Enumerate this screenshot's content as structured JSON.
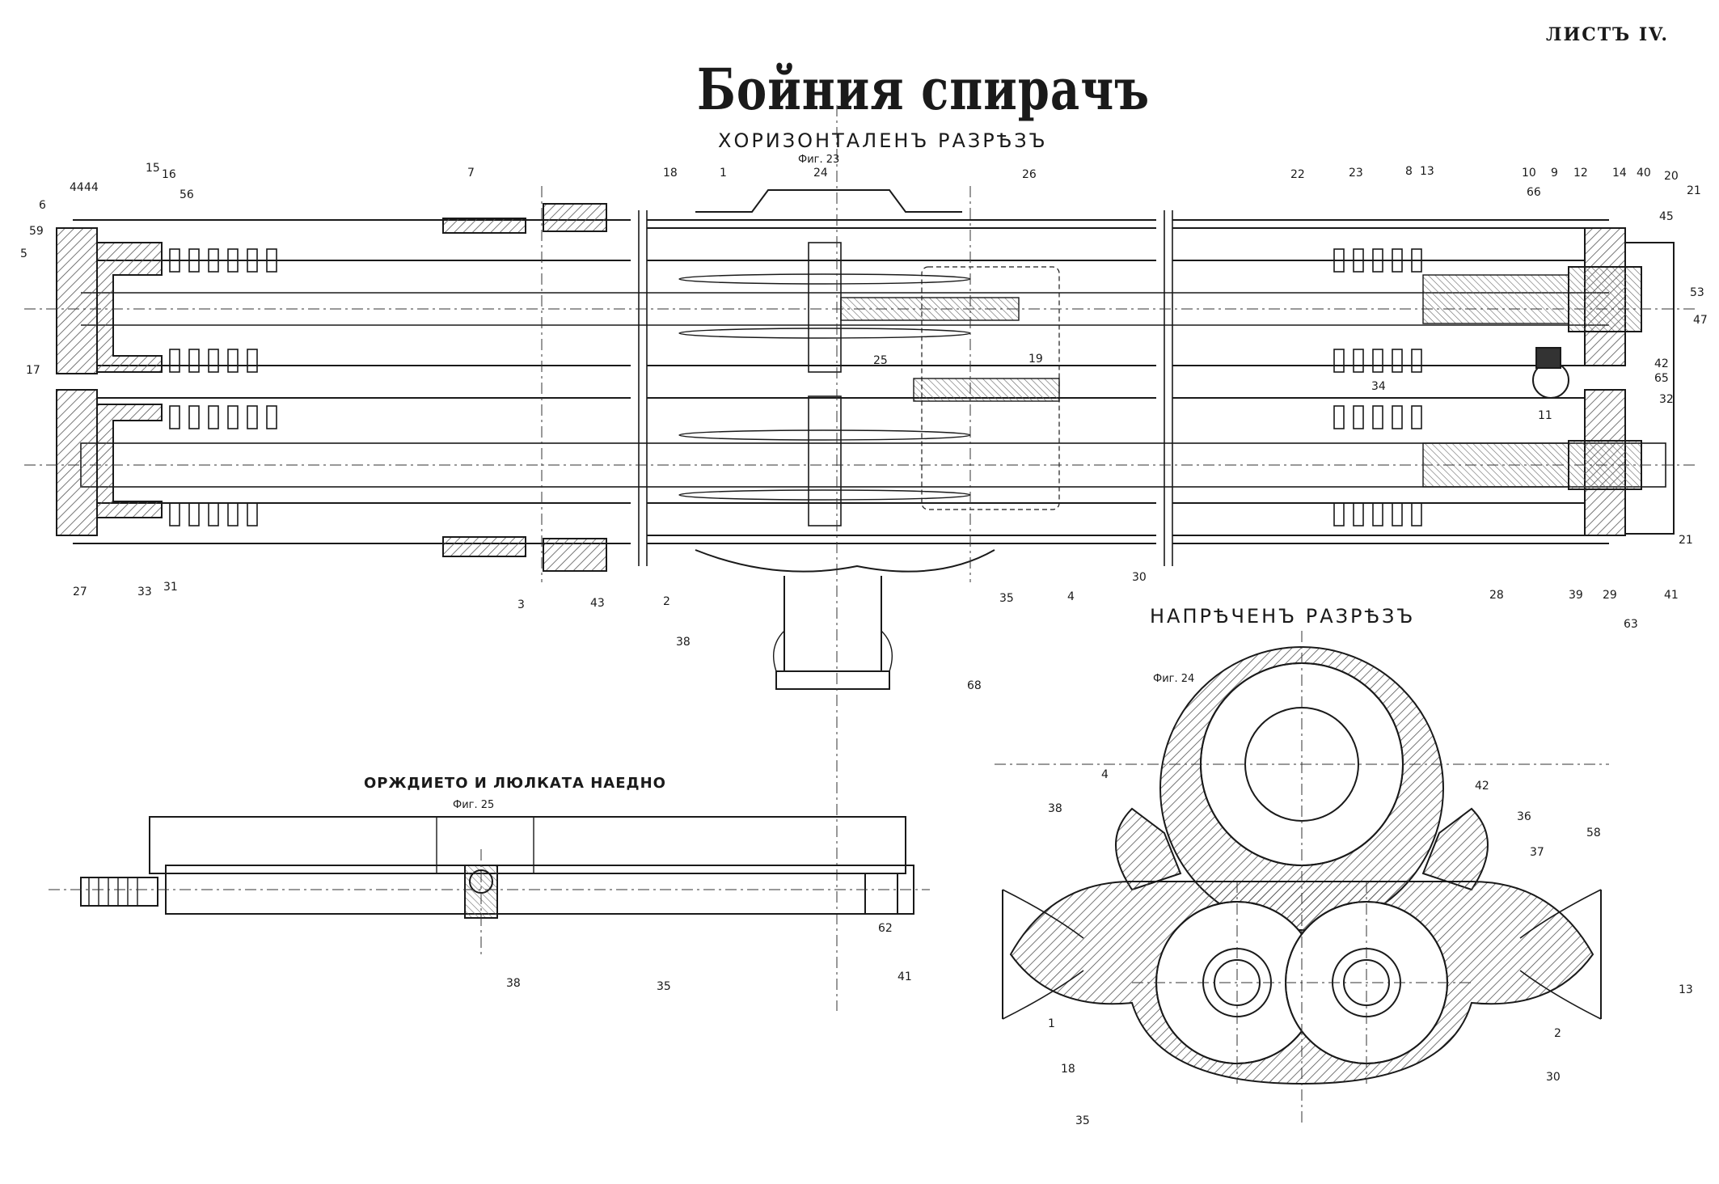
{
  "sheet_label": "ЛИСТЪ IV.",
  "title": "Бойния спирачъ",
  "sections": {
    "horizontal": "ХОРИЗОНТАЛЕНЪ РАЗРѢЗЪ",
    "cross": "НАПРѢЧЕНЪ РАЗРѢЗЪ",
    "assembly": "ОРЖДИЕТО И ЛЮЛКАТА НАЕДНО"
  },
  "figures": {
    "fig23": "Фиг. 23",
    "fig24": "Фиг. 24",
    "fig25": "Фиг. 25"
  },
  "part_numbers": {
    "fig23": [
      "1",
      "2",
      "3",
      "4",
      "5",
      "6",
      "7",
      "8",
      "9",
      "10",
      "11",
      "12",
      "13",
      "13",
      "14",
      "15",
      "16",
      "17",
      "19",
      "20",
      "21",
      "21",
      "22",
      "23",
      "24",
      "25",
      "26",
      "27",
      "28",
      "29",
      "30",
      "31",
      "32",
      "33",
      "34",
      "35",
      "38",
      "39",
      "40",
      "41",
      "42",
      "43",
      "44",
      "45",
      "47",
      "53",
      "56",
      "59",
      "65",
      "66",
      "42",
      "44",
      "68",
      "18",
      "63"
    ],
    "fig24": [
      "4",
      "42",
      "36",
      "37",
      "58",
      "38",
      "1",
      "18",
      "35",
      "2",
      "30"
    ],
    "fig25": [
      "38",
      "35",
      "62",
      "41"
    ]
  },
  "icons": {
    "drawing": "technical-drawing"
  }
}
